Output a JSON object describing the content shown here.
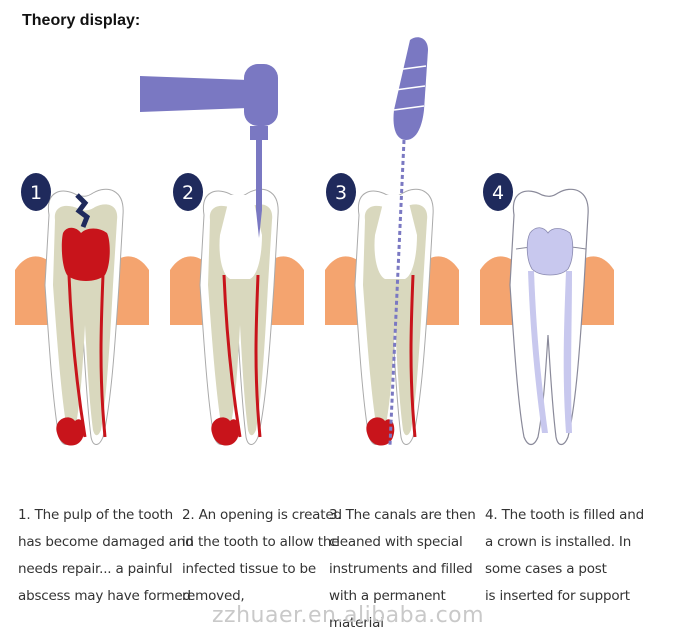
{
  "header": {
    "title": "Theory display:"
  },
  "steps": [
    {
      "number": "1",
      "caption": [
        "1. The pulp of the tooth",
        "has become damaged and",
        "needs repair... a painful",
        "abscess may have formed"
      ]
    },
    {
      "number": "2",
      "caption": [
        "2. An opening is created",
        "in the tooth to allow the",
        "infected tissue to be",
        "removed,"
      ]
    },
    {
      "number": "3",
      "caption": [
        "3. The canals are then",
        "cleaned with special",
        "instruments and filled",
        "with a permanent",
        "material"
      ]
    },
    {
      "number": "4",
      "caption": [
        "4. The tooth is filled and",
        "a crown is installed. In",
        "some cases a post",
        "is inserted for support"
      ]
    }
  ],
  "watermark": "zzhuaer.en.alibaba.com",
  "colors": {
    "badge": "#1f2a5c",
    "gum": "#f4a46f",
    "dentin": "#d9d8be",
    "pulp": "#c8141b",
    "tool": "#7a78c2",
    "filling": "#c8c8ee"
  }
}
